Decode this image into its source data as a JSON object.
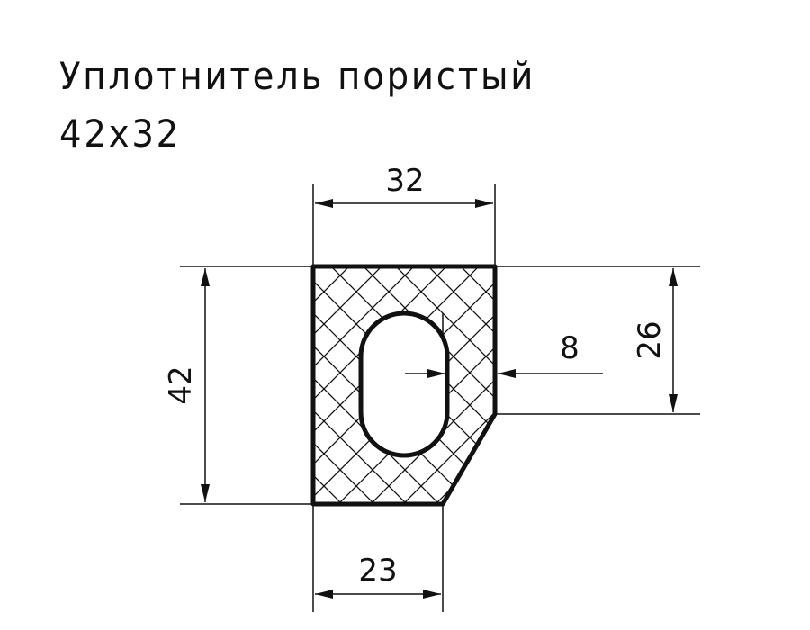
{
  "title": {
    "line1": "Уплотнитель пористый",
    "line2": "42x32"
  },
  "dimensions": {
    "top_width": "32",
    "height": "42",
    "bottom_width": "23",
    "side_height": "26",
    "wall_thickness": "8"
  },
  "colors": {
    "line": "#111111",
    "background": "#ffffff"
  }
}
